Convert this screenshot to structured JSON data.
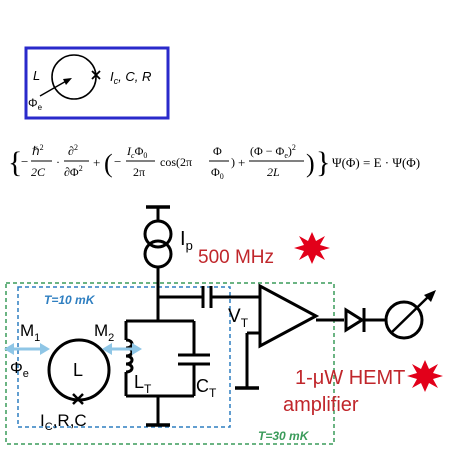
{
  "inset": {
    "label_inductance": "L",
    "label_flux": "Φ",
    "label_flux_sub": "e",
    "label_junction_I": "I",
    "label_junction_sub": "c",
    "label_junction_rest": ", C, R",
    "border_color": "#2a2acb"
  },
  "equation": {
    "brace_open": "{",
    "minus1": "−",
    "hbar_sq": "ℏ",
    "hbar_exp": "2",
    "two_c": "2C",
    "dot": "·",
    "partial_sq": "∂",
    "partial_exp": "2",
    "partial_phi": "∂Φ",
    "partial_phi_exp": "2",
    "plus1": "+",
    "paren_open": "(",
    "minus2": "−",
    "ic_phi0": "I",
    "ic_sub": "c",
    "phi0_num": "Φ",
    "phi0_num_sub": "0",
    "two_pi": "2π",
    "cos_part": "cos(2π",
    "phi_num": "Φ",
    "phi0_den": "Φ",
    "phi0_den_sub": "0",
    "close_cos": ")",
    "plus2": "+",
    "quad_num": "(Φ − Φ",
    "quad_num_sub": "e",
    "quad_num_end": ")",
    "quad_num_exp": "2",
    "two_l": "2L",
    "paren_close": ")",
    "brace_close": "}",
    "psi_lhs": "Ψ(Φ) = E · Ψ(Φ)"
  },
  "circuit": {
    "current_source_label": "I",
    "current_source_sub": "p",
    "frequency": "500 MHz",
    "inner_temp": "T=10 mK",
    "outer_temp": "T=30 mK",
    "m1": "M",
    "m1_sub": "1",
    "m2": "M",
    "m2_sub": "2",
    "loop_flux": "Φ",
    "loop_flux_sub": "e",
    "loop_L": "L",
    "junction_params": "I",
    "junction_params_sub": "C",
    "junction_params_rest": ",R,C",
    "tank_L": "L",
    "tank_L_sub": "T",
    "tank_C": "C",
    "tank_C_sub": "T",
    "voltage": "V",
    "voltage_sub": "T",
    "amp_line1": "1-μW HEMT",
    "amp_line2": "amplifier",
    "amp_text_color": "#c0262b",
    "burst_color": "#e2001a",
    "green_box_color": "#3a9b5a",
    "blue_box_color": "#2f7fc1",
    "arrow_color": "#8fc6e6"
  }
}
